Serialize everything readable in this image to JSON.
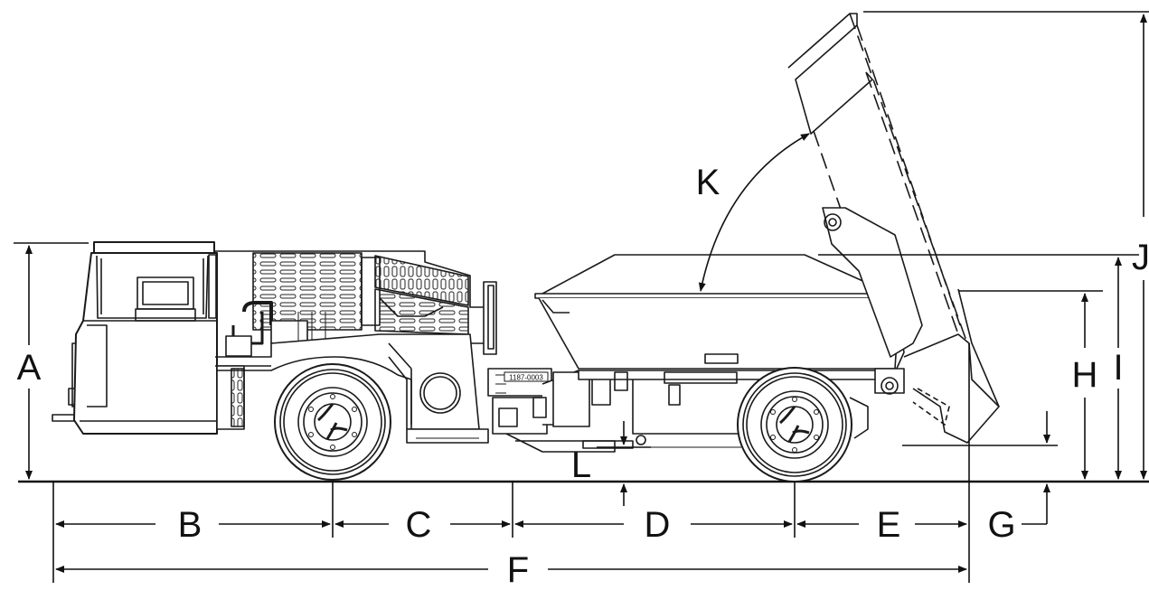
{
  "diagram": {
    "subject": "truck-side-elevation",
    "line_color": "#1a1a1a",
    "background": "#ffffff",
    "unit_badge": "1187-0003",
    "dimension_labels": {
      "a": "A",
      "b": "B",
      "c": "C",
      "d": "D",
      "e": "E",
      "f": "F",
      "g": "G",
      "h": "H",
      "i": "I",
      "j": "J",
      "k": "K",
      "l": "L"
    }
  }
}
